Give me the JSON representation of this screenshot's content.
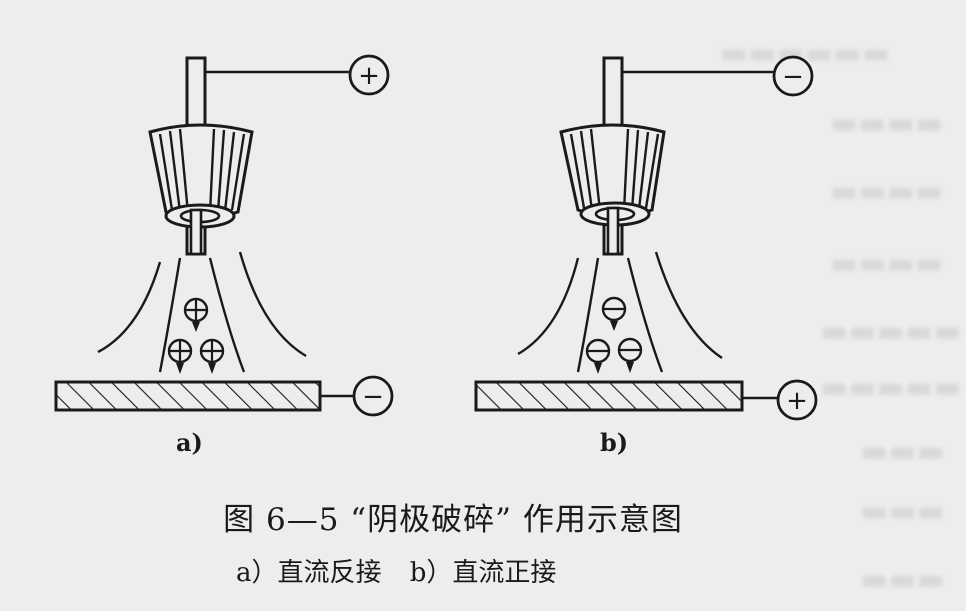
{
  "diagram_a": {
    "label": "a)",
    "electrode_sign": "+",
    "workpiece_sign": "−",
    "particle_sign": "+"
  },
  "diagram_b": {
    "label": "b)",
    "electrode_sign": "−",
    "workpiece_sign": "+",
    "particle_sign": "−"
  },
  "caption": {
    "title": "图 6—5 “阴极破碎” 作用示意图",
    "sub_a": "a）直流反接",
    "sub_b": "b）直流正接"
  },
  "colors": {
    "ink": "#1a1a1a",
    "background": "#ededed"
  }
}
